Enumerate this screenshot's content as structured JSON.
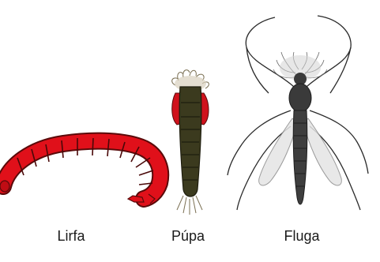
{
  "stages": [
    {
      "id": "larva",
      "label": "Lirfa"
    },
    {
      "id": "pupa",
      "label": "Púpa"
    },
    {
      "id": "adult",
      "label": "Fluga"
    }
  ],
  "colors": {
    "larva_body": "#e0101a",
    "larva_outline": "#5a0a0a",
    "pupa_body": "#3b3a1e",
    "pupa_wing": "#d0121c",
    "adult_body": "#3a3a3a",
    "adult_wing": "#e4e4e4",
    "leg": "#2a2a2a"
  }
}
